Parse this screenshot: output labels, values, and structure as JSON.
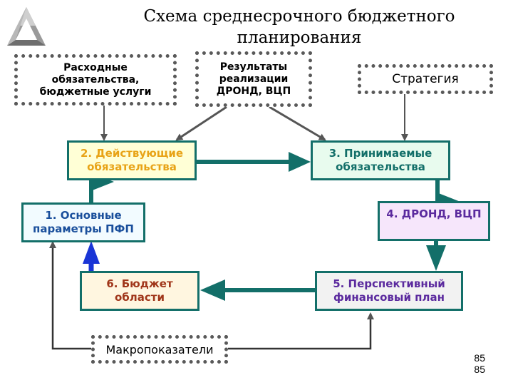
{
  "title": {
    "line1": "Схема среднесрочного бюджетного",
    "line2": "планирования"
  },
  "logo": {
    "icon": "impossible-triangle-icon"
  },
  "inputs": {
    "spending": [
      "Расходные",
      "обязательства,",
      "бюджетные услуги"
    ],
    "results": [
      "Результаты",
      "реализации",
      "ДРОНД, ВЦП"
    ],
    "strategy": "Стратегия",
    "macro": "Макропоказатели"
  },
  "steps": {
    "s1": [
      "1. Основные",
      "параметры ПФП"
    ],
    "s2": [
      "2. Действующие",
      "обязательства"
    ],
    "s3": [
      "3. Принимаемые",
      "обязательства"
    ],
    "s4": [
      "4. ДРОНД, ВЦП"
    ],
    "s5": [
      "5. Перспективный",
      "финансовый план"
    ],
    "s6": [
      "6. Бюджет",
      "области"
    ]
  },
  "colors": {
    "teal": "#136f69",
    "blue": "#1a35d6",
    "s1_text": "#1a4f9c",
    "s2_text": "#e8a317",
    "s3_text": "#136f69",
    "s4_text": "#5b2a9e",
    "s5_text": "#5b2a9e",
    "s6_text": "#a0361a"
  },
  "page_number": [
    "85",
    "85"
  ]
}
